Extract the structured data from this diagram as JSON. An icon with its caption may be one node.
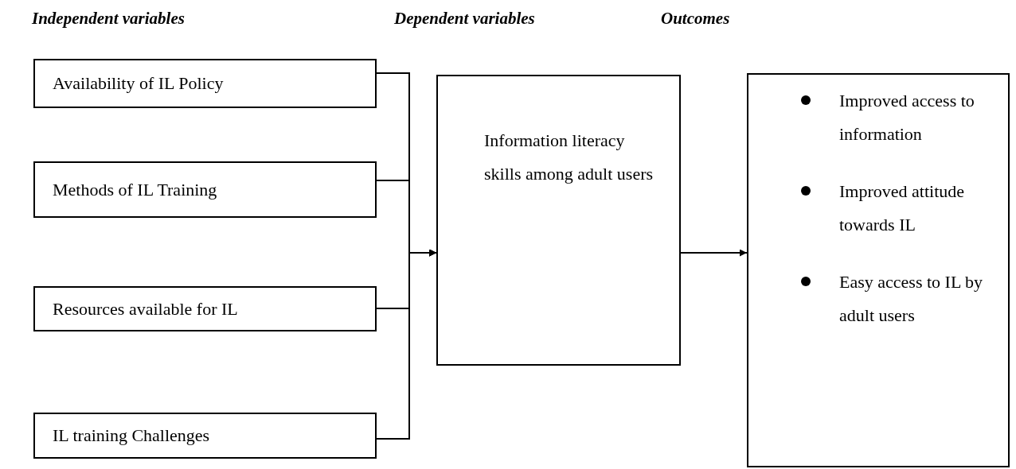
{
  "diagram": {
    "nodes": [
      {
        "text": [
          "Availability of IL Policy"
        ]
      },
      {
        "text": [
          "Methods of IL Training"
        ]
      },
      {
        "text": [
          "Resources available for IL"
        ]
      },
      {
        "text": [
          "IL training Challenges"
        ]
      },
      {
        "text": [
          "Information literacy skills among adult users"
        ]
      },
      {
        "text": [
          "Improved access to information",
          "Improved attitude towards IL",
          "Easy access to IL by adult users"
        ]
      }
    ],
    "edges": [
      {
        "from": 0,
        "to": 4,
        "arrow": "to"
      },
      {
        "from": 1,
        "to": 4,
        "arrow": "to"
      },
      {
        "from": 2,
        "to": 4,
        "arrow": "to"
      },
      {
        "from": 3,
        "to": 4,
        "arrow": "to"
      },
      {
        "from": 4,
        "to": 5,
        "arrow": "to"
      }
    ],
    "labels": [
      "Independent variables",
      "Dependent variables",
      "Outcomes"
    ]
  }
}
